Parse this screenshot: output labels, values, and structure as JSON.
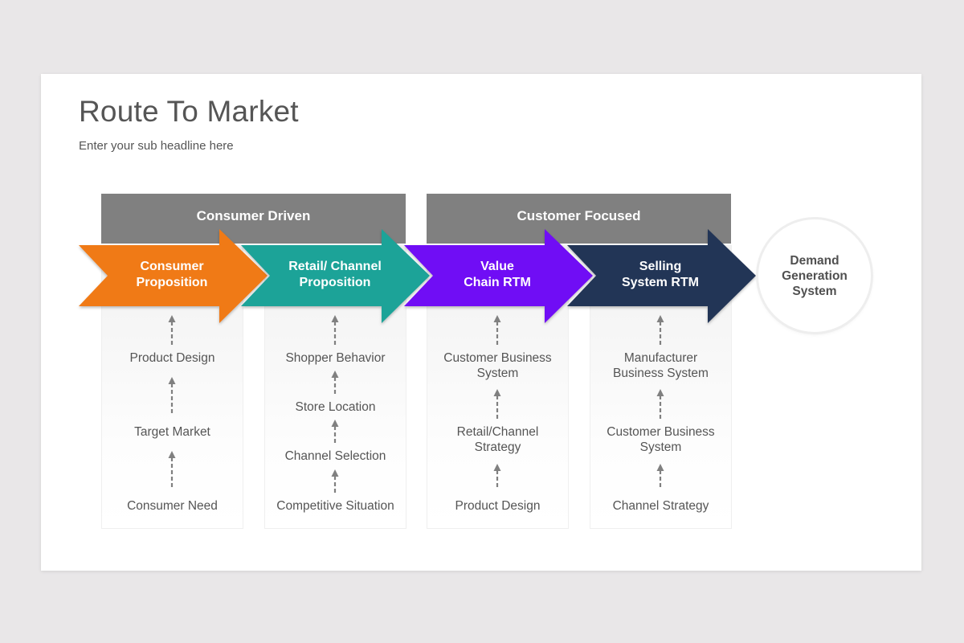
{
  "title": "Route To Market",
  "subtitle": "Enter your sub headline here",
  "groups": [
    {
      "label": "Consumer Driven"
    },
    {
      "label": "Customer Focused"
    }
  ],
  "stages": [
    {
      "line1": "Consumer",
      "line2": "Proposition",
      "color": "#f07a16",
      "items": [
        {
          "l1": "Product Design",
          "l2": ""
        },
        {
          "l1": "Target Market",
          "l2": ""
        },
        {
          "l1": "Consumer Need",
          "l2": ""
        }
      ]
    },
    {
      "line1": "Retail/ Channel",
      "line2": "Proposition",
      "color": "#1aa398",
      "items": [
        {
          "l1": "Shopper Behavior",
          "l2": ""
        },
        {
          "l1": "Store Location",
          "l2": ""
        },
        {
          "l1": "Channel Selection",
          "l2": ""
        },
        {
          "l1": "Competitive Situation",
          "l2": ""
        }
      ]
    },
    {
      "line1": "Value",
      "line2": "Chain RTM",
      "color": "#7008f5",
      "items": [
        {
          "l1": "Customer Business",
          "l2": "System"
        },
        {
          "l1": "Retail/Channel",
          "l2": "Strategy"
        },
        {
          "l1": "Product Design",
          "l2": ""
        }
      ]
    },
    {
      "line1": "Selling",
      "line2": "System RTM",
      "color": "#233456",
      "items": [
        {
          "l1": "Manufacturer",
          "l2": "Business System"
        },
        {
          "l1": "Customer Business",
          "l2": "System"
        },
        {
          "l1": "Channel Strategy",
          "l2": ""
        }
      ]
    }
  ],
  "final": {
    "line1": "Demand",
    "line2": "Generation",
    "line3": "System"
  },
  "colors": {
    "header": "#808080",
    "arrow": "#808080",
    "text": "#555555"
  }
}
